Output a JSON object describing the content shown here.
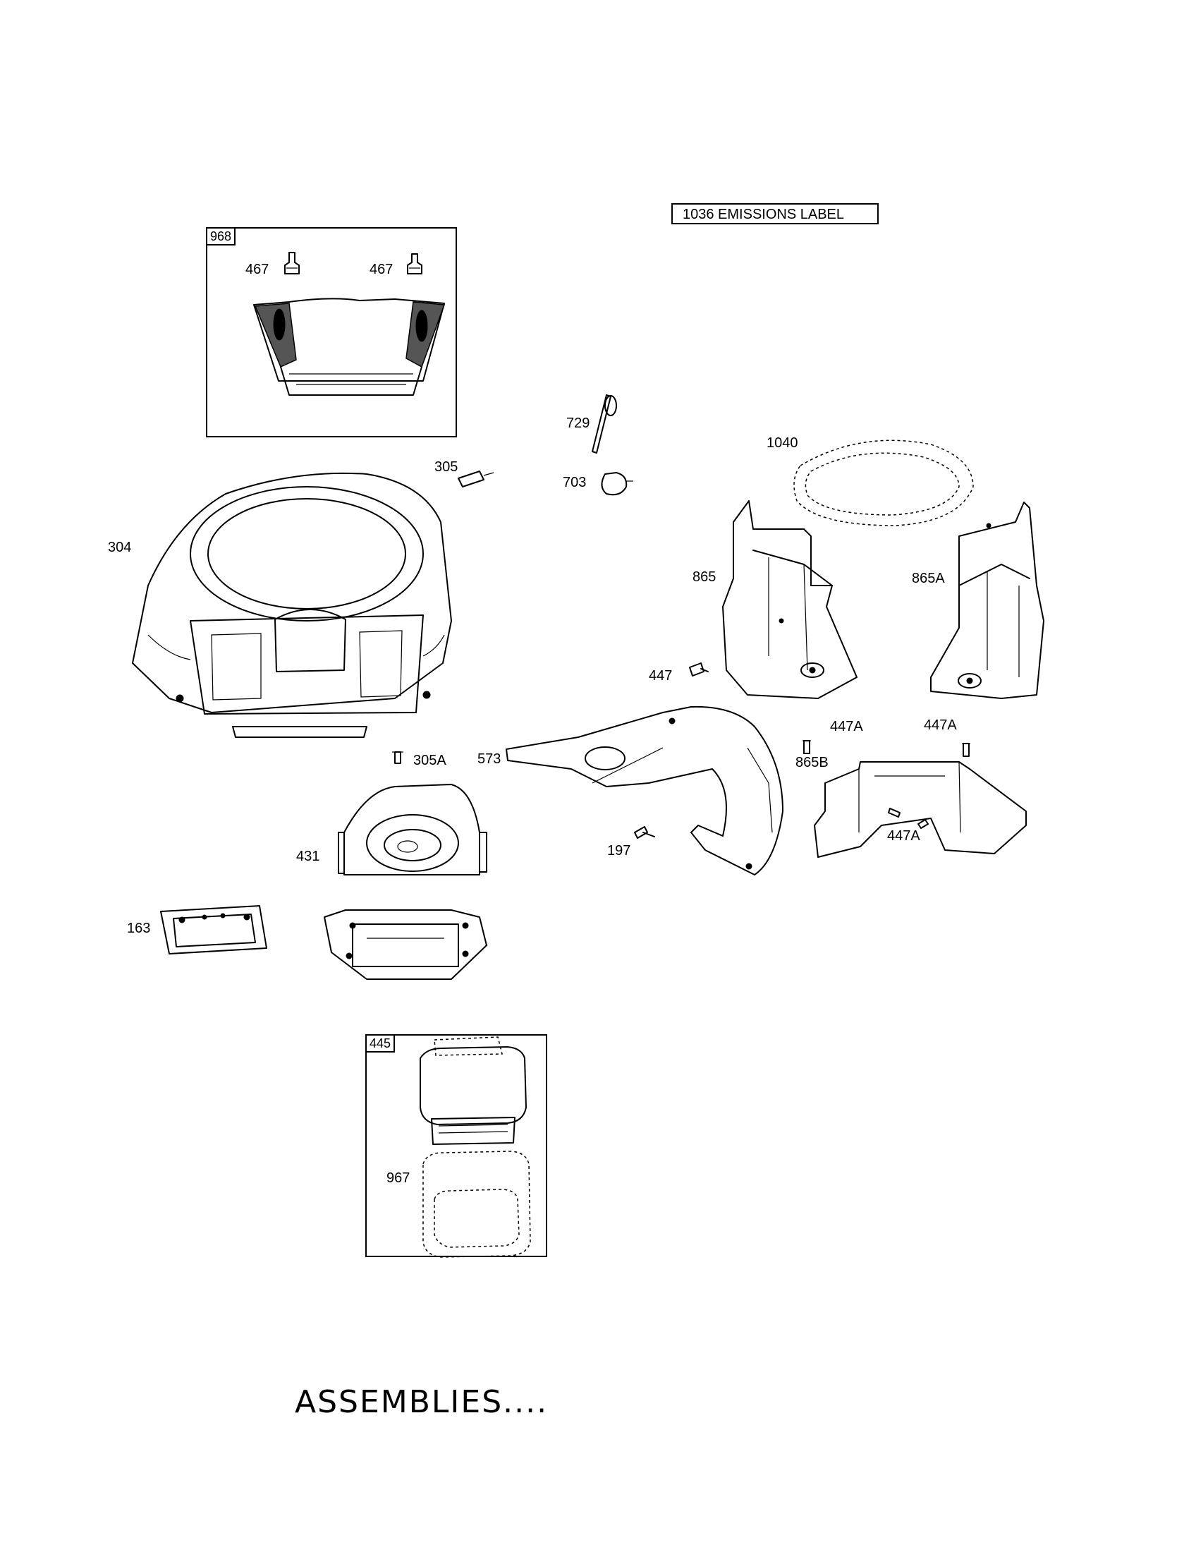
{
  "emissions_label": "1036 EMISSIONS LABEL",
  "kit_968": {
    "tag": "968",
    "parts": [
      "467",
      "467"
    ]
  },
  "kit_445": {
    "tag": "445",
    "parts": [
      "967"
    ]
  },
  "callouts": {
    "p729": "729",
    "p703": "703",
    "p1040": "1040",
    "p305": "305",
    "p304": "304",
    "p865": "865",
    "p865A": "865A",
    "p447": "447",
    "p447A_1": "447A",
    "p447A_2": "447A",
    "p573": "573",
    "p305A": "305A",
    "p865B": "865B",
    "p447A_3": "447A",
    "p431": "431",
    "p197": "197",
    "p163": "163"
  },
  "footer": "ASSEMBLIES...."
}
